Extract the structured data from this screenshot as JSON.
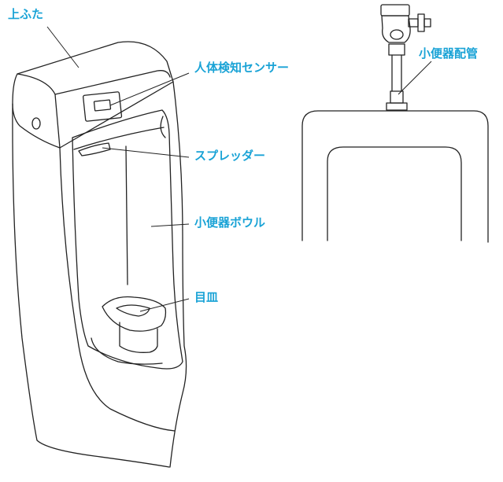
{
  "colors": {
    "label": "#1aa3d6",
    "line": "#222222"
  },
  "labels": {
    "lid": "上ふた",
    "sensor": "人体検知センサー",
    "spreader": "スプレッダー",
    "bowl": "小便器ボウル",
    "tray": "目皿",
    "pipe": "小便器配管"
  }
}
